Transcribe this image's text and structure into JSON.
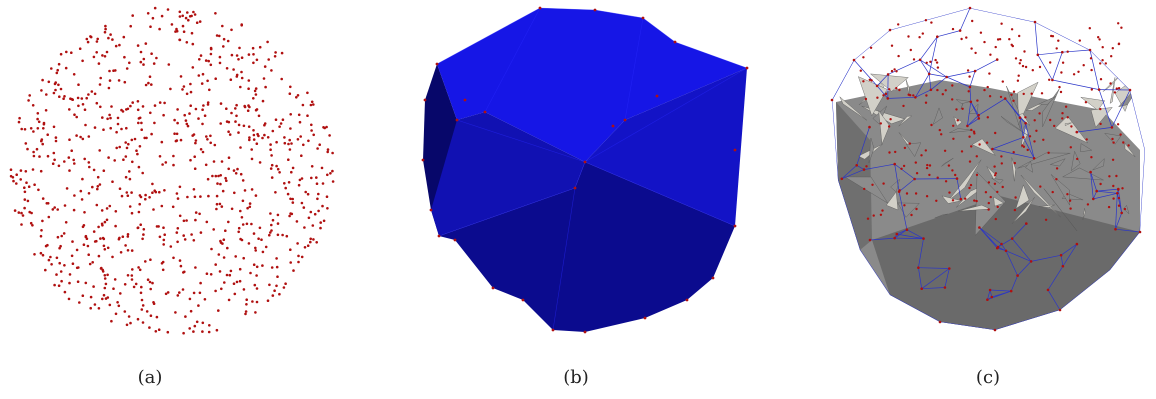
{
  "figure": {
    "panels": [
      {
        "id": "a",
        "caption": "(a)",
        "content": "point-cloud"
      },
      {
        "id": "b",
        "caption": "(b)",
        "content": "convex-hull"
      },
      {
        "id": "c",
        "caption": "(c)",
        "content": "delaunay-tetrahedralization"
      }
    ]
  },
  "colors": {
    "point": "#b01010",
    "hull_light": "#1a1aee",
    "hull_mid": "#1212c8",
    "hull_dark": "#0a0a86",
    "mesh_edge": "#2a35c8",
    "tet_gray": "#8c8c8c",
    "tet_light": "#d2d0c8"
  }
}
